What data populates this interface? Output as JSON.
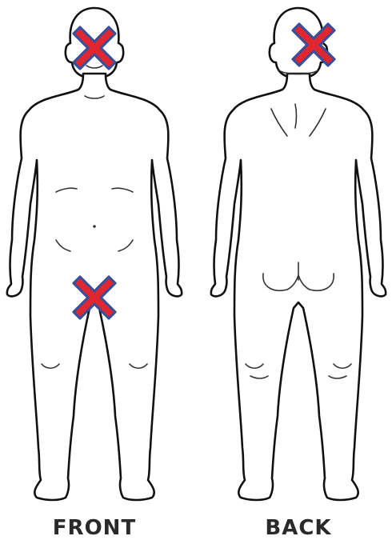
{
  "figures": [
    {
      "id": "front",
      "label": "FRONT"
    },
    {
      "id": "back",
      "label": "BACK"
    }
  ],
  "markers": [
    {
      "figure": "front",
      "region": "face"
    },
    {
      "figure": "front",
      "region": "groin"
    },
    {
      "figure": "back",
      "region": "back-of-head"
    }
  ],
  "colors": {
    "marker_fill": "#e0262e",
    "marker_outline": "#3a4f9a",
    "body_outline": "#111111",
    "label": "#2a2a2a"
  }
}
